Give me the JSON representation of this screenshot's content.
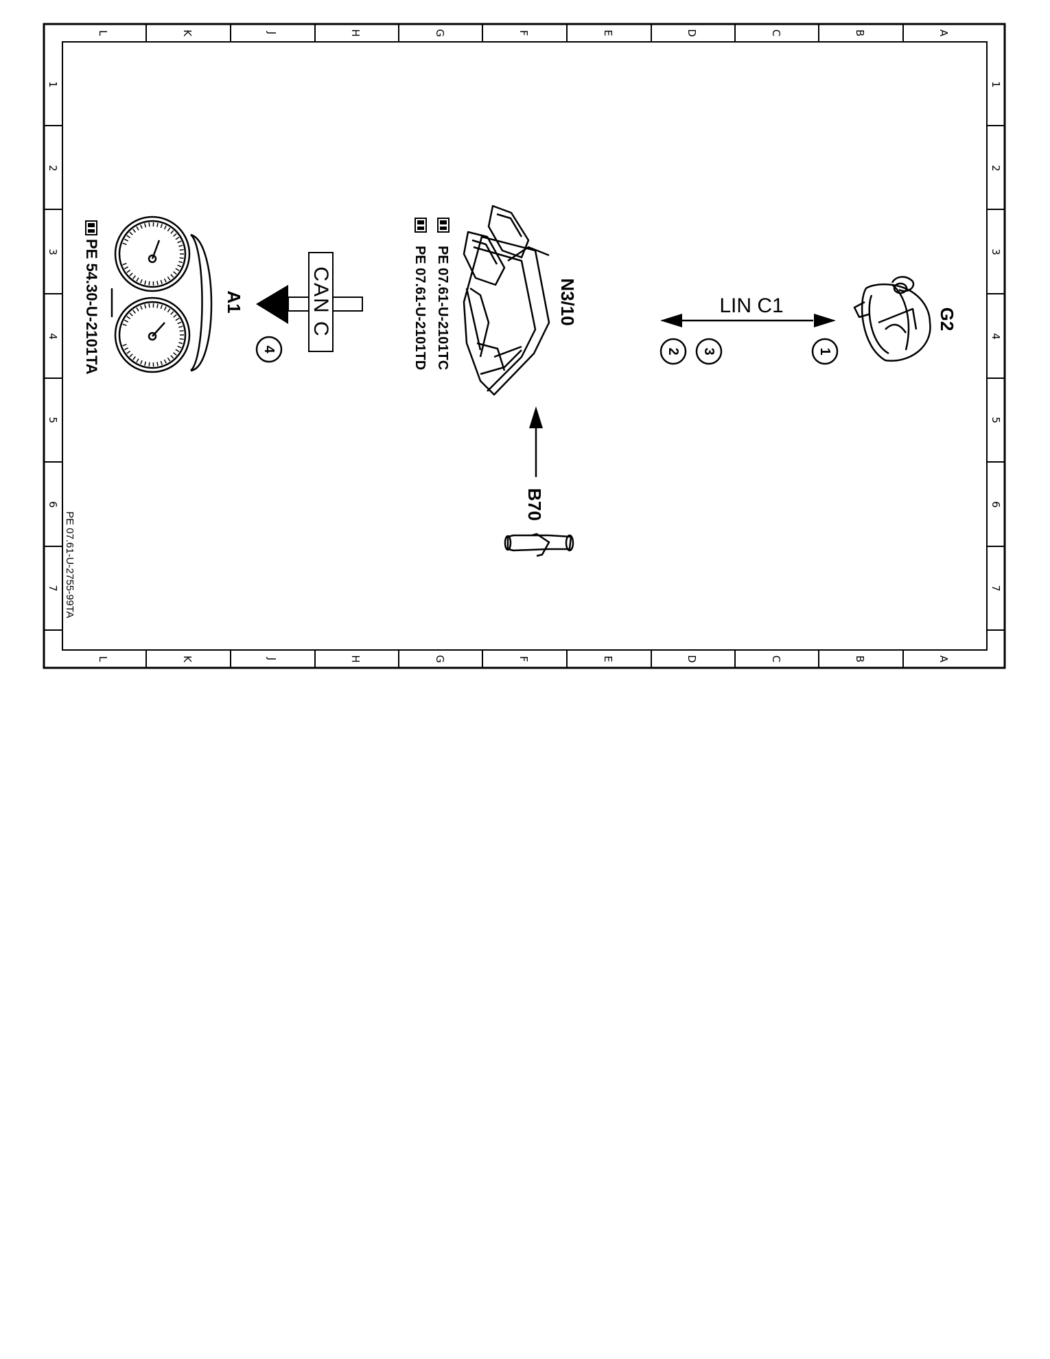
{
  "columns": [
    "L",
    "K",
    "J",
    "H",
    "G",
    "F",
    "E",
    "D",
    "C",
    "B",
    "A"
  ],
  "rows": [
    "1",
    "2",
    "3",
    "4",
    "5",
    "6",
    "7"
  ],
  "components": {
    "a1": "A1",
    "n3_10": "N3/10",
    "g2": "G2",
    "b70": "B70"
  },
  "bus": {
    "can_label": "CAN C",
    "lin_label": "LIN C1"
  },
  "markers": {
    "m1": "1",
    "m2": "2",
    "m3": "3",
    "m4": "4"
  },
  "references": {
    "a1_ref": "PE 54.30-U-2101TA",
    "n3_ref1": "PE 07.61-U-2101TC",
    "n3_ref2": "PE 07.61-U-2101TD",
    "drawing_id": "PE 07.61-U-2755-99TA"
  }
}
